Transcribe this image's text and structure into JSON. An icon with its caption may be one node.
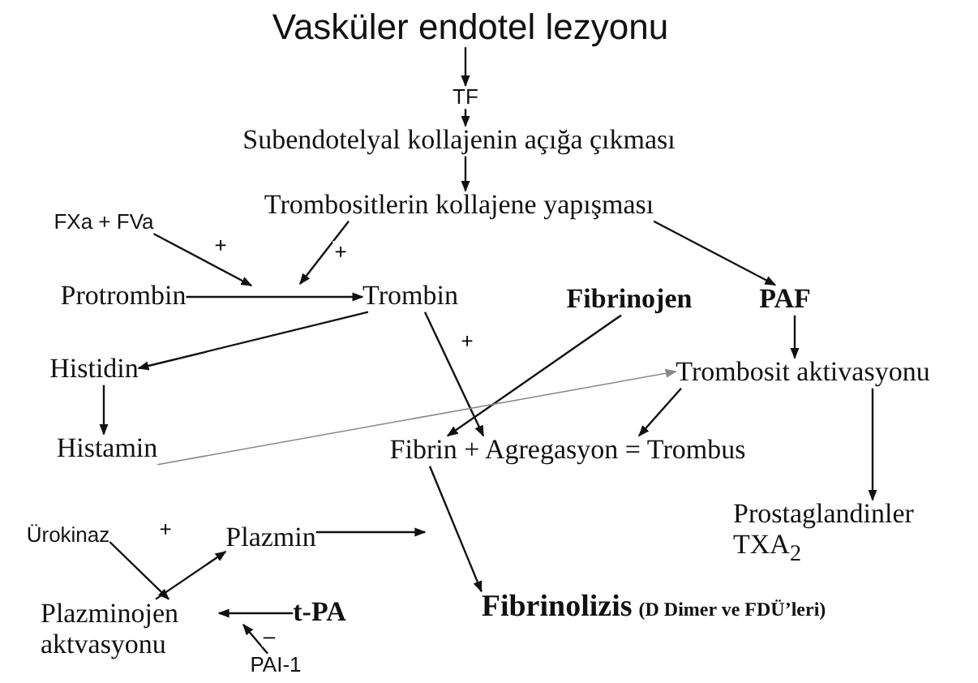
{
  "diagram": {
    "nodes": [
      {
        "text": [
          "Vasküler endotel lezyonu"
        ]
      },
      {
        "text": [
          "TF"
        ]
      },
      {
        "text": [
          "Subendotelyal kollajenin açığa çıkması"
        ]
      },
      {
        "text": [
          "Trombositlerin kollajene yapışması"
        ]
      },
      {
        "text": [
          "FXa + FVa"
        ]
      },
      {
        "text": [
          "Protrombin"
        ]
      },
      {
        "text": [
          "Trombin"
        ]
      },
      {
        "text": [
          "Fibrinojen"
        ]
      },
      {
        "text": [
          "PAF"
        ]
      },
      {
        "text": [
          "Histidin"
        ]
      },
      {
        "text": [
          "Trombosit aktivasyonu"
        ]
      },
      {
        "text": [
          "Histamin"
        ]
      },
      {
        "text": [
          "Fibrin + Agregasyon = Trombus"
        ]
      },
      {
        "text": [
          "Prostaglandinler TXA$_{2}$"
        ]
      },
      {
        "text": [
          "Ürokinaz"
        ]
      },
      {
        "text": [
          "Plazmin"
        ]
      },
      {
        "text": [
          "Plazminojen aktvasyonu"
        ]
      },
      {
        "text": [
          "t-PA"
        ]
      },
      {
        "text": [
          "Fibrinolizis",
          "(D Dimer ve FDÜ’leri)"
        ]
      },
      {
        "text": [
          "PAI-1"
        ]
      }
    ],
    "edges": [
      {
        "from": 0,
        "to": 1,
        "arrow": "to"
      },
      {
        "from": 1,
        "to": 2,
        "arrow": "to"
      },
      {
        "from": 2,
        "to": 3,
        "arrow": "to"
      },
      {
        "from": 3,
        "to": 8,
        "arrow": "to"
      },
      {
        "from": 4,
        "to": null,
        "arrow": "to",
        "label": "+"
      },
      {
        "from": 3,
        "to": null,
        "arrow": "to",
        "label": "+"
      },
      {
        "from": 5,
        "to": 6,
        "arrow": "to"
      },
      {
        "from": 6,
        "to": 9,
        "arrow": "to"
      },
      {
        "from": 6,
        "to": 12,
        "arrow": "to",
        "label": "+"
      },
      {
        "from": 7,
        "to": 12,
        "arrow": "to"
      },
      {
        "from": 8,
        "to": 10,
        "arrow": "to"
      },
      {
        "from": 11,
        "to": 10,
        "arrow": "to",
        "color": "#888888"
      },
      {
        "from": 9,
        "to": 11,
        "arrow": "to"
      },
      {
        "from": 10,
        "to": 12,
        "arrow": "to"
      },
      {
        "from": 10,
        "to": 13,
        "arrow": "to"
      },
      {
        "from": 12,
        "to": 18,
        "arrow": "to"
      },
      {
        "from": 15,
        "to": null,
        "arrow": "to"
      },
      {
        "from": 14,
        "to": 16,
        "arrow": "to",
        "label": "+"
      },
      {
        "from": 16,
        "to": 15,
        "arrow": "to"
      },
      {
        "from": 17,
        "to": 16,
        "arrow": "to"
      },
      {
        "from": 19,
        "to": null,
        "arrow": "to",
        "label": "–"
      }
    ]
  }
}
